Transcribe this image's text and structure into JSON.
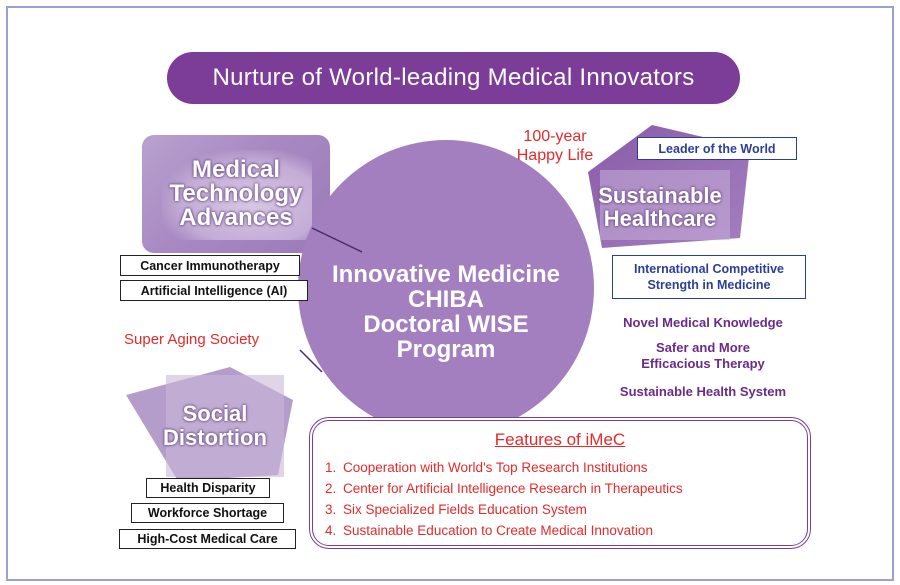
{
  "banner": "Nurture of World-leading Medical Innovators",
  "tech": {
    "label_lines": [
      "Medical",
      "Technology",
      "Advances"
    ],
    "items": [
      "Cancer Immunotherapy",
      "Artificial Intelligence (AI)"
    ]
  },
  "center": {
    "lines": [
      "Innovative Medicine",
      "CHIBA",
      "Doctoral WISE",
      "Program"
    ]
  },
  "happy": [
    "100-year",
    "Happy Life"
  ],
  "sustainable": {
    "label_lines": [
      "Sustainable",
      "Healthcare"
    ],
    "leader": "Leader of the World",
    "competitive": [
      "International Competitive",
      "Strength in Medicine"
    ]
  },
  "outcomes": {
    "knowledge": "Novel Medical Knowledge",
    "therapy": [
      "Safer and More",
      "Efficacious Therapy"
    ],
    "system": "Sustainable Health System"
  },
  "aging": "Super Aging Society",
  "social": {
    "label_lines": [
      "Social",
      "Distortion"
    ],
    "items": [
      "Health Disparity",
      "Workforce Shortage",
      "High-Cost Medical Care"
    ]
  },
  "features": {
    "title": "Features of iMeC",
    "items": [
      {
        "num": "1.",
        "text": "Cooperation with World's Top Research Institutions"
      },
      {
        "num": "2.",
        "text": "Center for Artificial Intelligence Research in Therapeutics"
      },
      {
        "num": "3.",
        "text": "Six Specialized Fields Education System"
      },
      {
        "num": "4.",
        "text": "Sustainable Education to Create Medical Innovation"
      }
    ]
  },
  "colors": {
    "brand_purple": "#7b3d98",
    "circle_purple": "#a37fbf",
    "accent_red": "#e52a2a",
    "box_blue": "#2b3f9a"
  }
}
